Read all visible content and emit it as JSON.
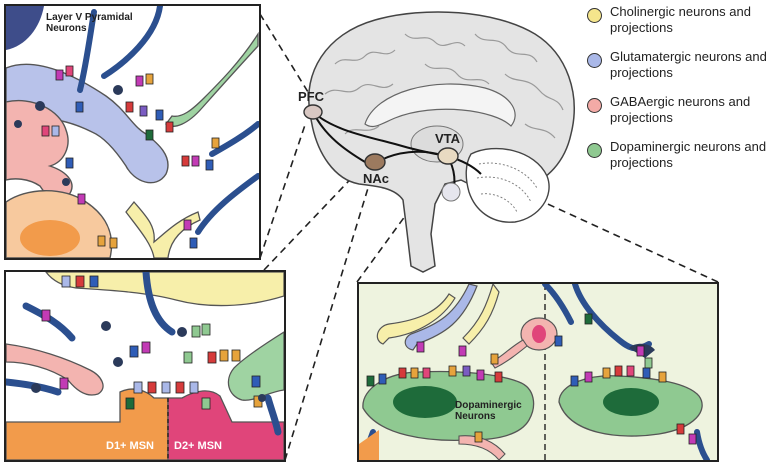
{
  "legend": {
    "items": [
      {
        "label": "Cholinergic neurons and projections",
        "color": "#f5e58c"
      },
      {
        "label": "Glutamatergic neurons and projections",
        "color": "#aab8e8"
      },
      {
        "label": "GABAergic neurons and projections",
        "color": "#f3aaa6"
      },
      {
        "label": "Dopaminergic neurons and projections",
        "color": "#8fc991"
      }
    ]
  },
  "brain": {
    "pfc_label": "PFC",
    "nac_label": "NAc",
    "vta_label": "VTA"
  },
  "panels": {
    "cortex": {
      "title": "Layer V Pyramidal Neurons"
    },
    "nac": {
      "d1_label": "D1+ MSN",
      "d2_label": "D2+ MSN"
    },
    "vta": {
      "title": "Dopaminergic Neurons"
    }
  },
  "colors": {
    "cholinergic": "#f5e58c",
    "glutamatergic": "#aab8e8",
    "gabaergic": "#f3aaa6",
    "dopaminergic": "#8fc991",
    "axon_blue": "#2b4f8f",
    "msn_orange": "#f29b4b",
    "msn_pink": "#e0457a",
    "vta_bg": "#eef3df"
  }
}
